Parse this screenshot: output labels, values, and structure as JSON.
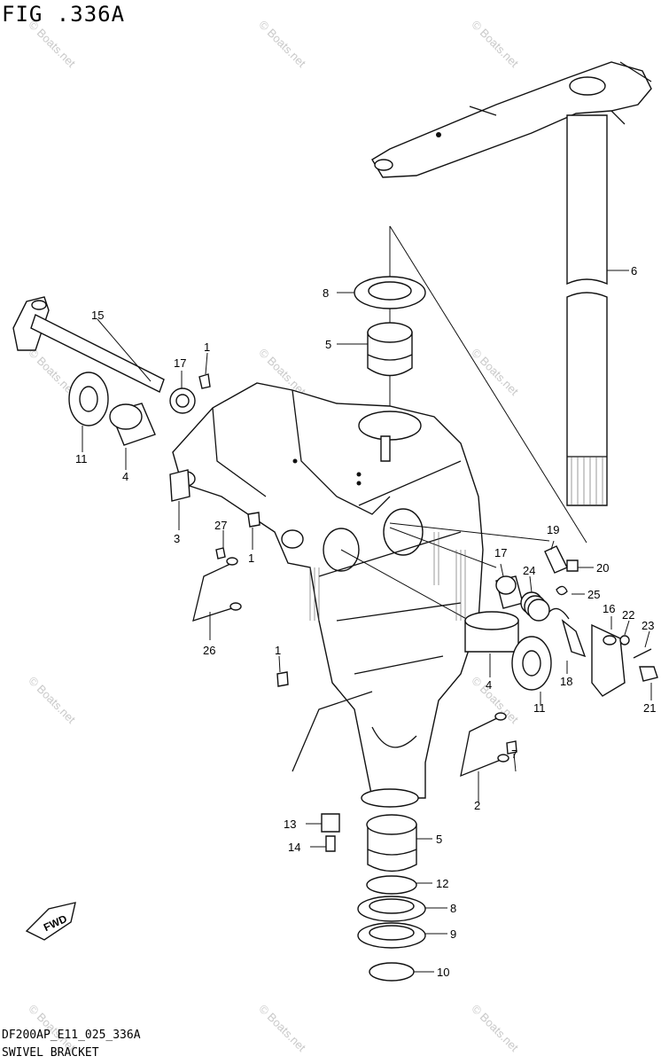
{
  "figure_title": "FIG .336A",
  "footer": {
    "drawing_code": "DF200AP_E11_025_336A",
    "part_name": "SWIVEL BRACKET"
  },
  "watermark": "© Boats.net",
  "fwd_arrow_label": "FWD",
  "callouts": {
    "c1a": "1",
    "c1b": "1",
    "c1c": "1",
    "c2": "2",
    "c3": "3",
    "c4a": "4",
    "c4b": "4",
    "c5a": "5",
    "c5b": "5",
    "c6": "6",
    "c7": "7",
    "c8a": "8",
    "c8b": "8",
    "c9": "9",
    "c10": "10",
    "c11a": "11",
    "c11b": "11",
    "c12": "12",
    "c13": "13",
    "c14": "14",
    "c15": "15",
    "c16": "16",
    "c17a": "17",
    "c17b": "17",
    "c18": "18",
    "c19": "19",
    "c20": "20",
    "c21": "21",
    "c22": "22",
    "c23": "23",
    "c24": "24",
    "c25": "25",
    "c26": "26",
    "c27": "27"
  }
}
